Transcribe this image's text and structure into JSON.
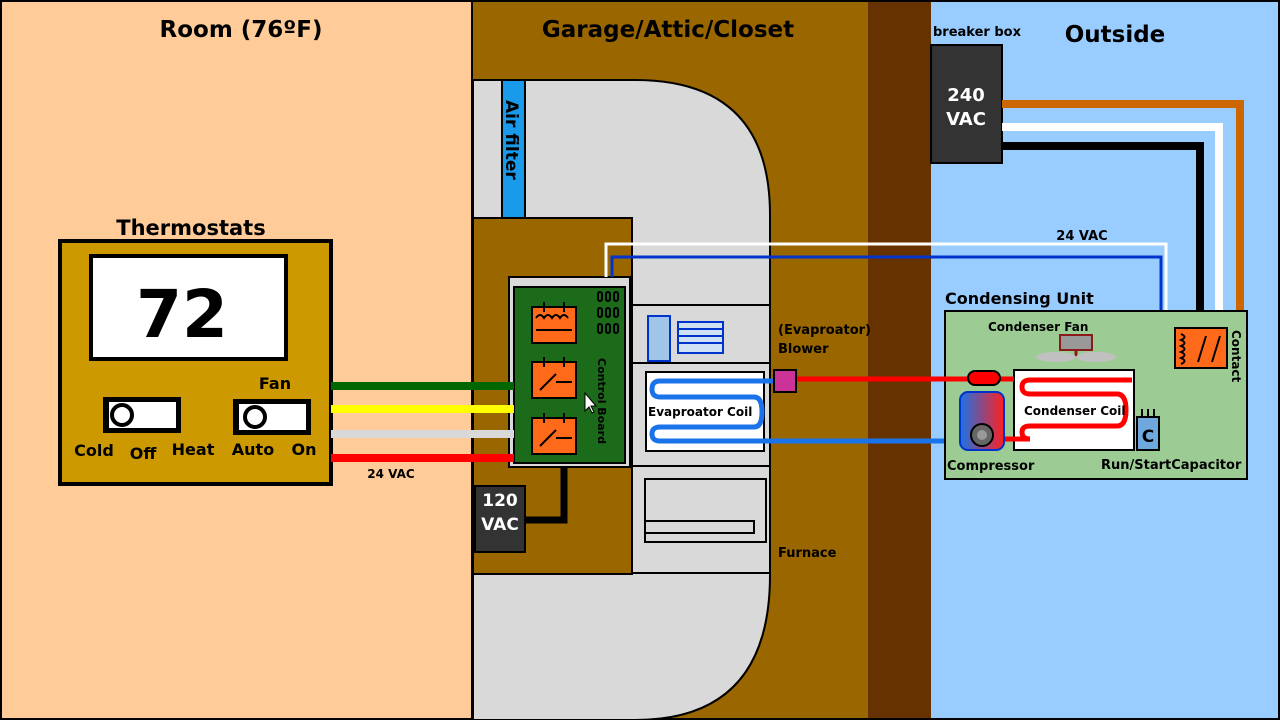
{
  "zones": {
    "room": "Room (76ºF)",
    "garage": "Garage/Attic/Closet",
    "outside": "Outside"
  },
  "thermostat": {
    "title": "Thermostats",
    "display": "72",
    "mode_left": "Cold",
    "mode_mid": "Off",
    "mode_right": "Heat",
    "fan_title": "Fan",
    "fan_left": "Auto",
    "fan_right": "On"
  },
  "wiring": {
    "low_voltage_left": "24 VAC",
    "low_voltage_top": "24 VAC"
  },
  "furnace": {
    "air_filter": "Air filter",
    "control_board": "Control Board",
    "supply": [
      "120",
      "VAC"
    ],
    "evaporator_coil": "Evaproator Coil",
    "blower": [
      "(Evaproator)",
      "Blower"
    ],
    "furnace_label": "Furnace"
  },
  "outdoor": {
    "breaker_title": "breaker box",
    "breaker_voltage": [
      "240",
      "VAC"
    ],
    "condensing_unit": "Condensing Unit",
    "condenser_fan": "Condenser Fan",
    "condenser_coil": "Condenser Coil",
    "compressor": "Compressor",
    "capacitor_label": "Run/StartCapacitor",
    "capacitor_letter": "C",
    "contactor": "Contact"
  },
  "colors": {
    "room": "#ffcc99",
    "garage": "#996600",
    "wall": "#663300",
    "outside": "#99ccff",
    "thermostat": "#cc9900",
    "furnace_body": "#d9d9d9",
    "control_board": "#1b6b1b",
    "relay": "#ff6a1a",
    "condensing_unit": "#9ccc94",
    "refrigerant_hot": "#ff0000",
    "refrigerant_cold": "#1a73e8",
    "wire_green": "#006600",
    "wire_yellow": "#ffff00",
    "wire_white": "#d9d9d9",
    "wire_red": "#ff0000",
    "wire_blue": "#0033cc",
    "line_orange": "#cc6600"
  }
}
